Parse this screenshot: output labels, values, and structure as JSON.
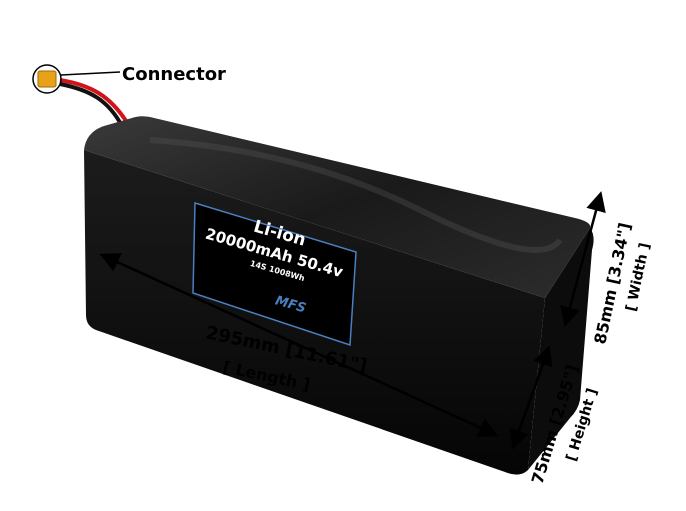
{
  "callouts": {
    "connector": "Connector"
  },
  "battery_label": {
    "chemistry": "Li-ion",
    "capacity_voltage": "20000mAh 50.4v",
    "config_energy": "14S 1008Wh",
    "brand": "MFS"
  },
  "dimensions": {
    "length": "295mm [11.61\"]",
    "length_name": "[ Length ]",
    "width": "85mm [3.34\"]",
    "width_name": "[ Width ]",
    "height": "75mm [2.95\"]",
    "height_name": "[ Height ]"
  },
  "colors": {
    "battery": "#111111",
    "label_border": "#4a7fc0",
    "connector": "#e8a21a"
  }
}
